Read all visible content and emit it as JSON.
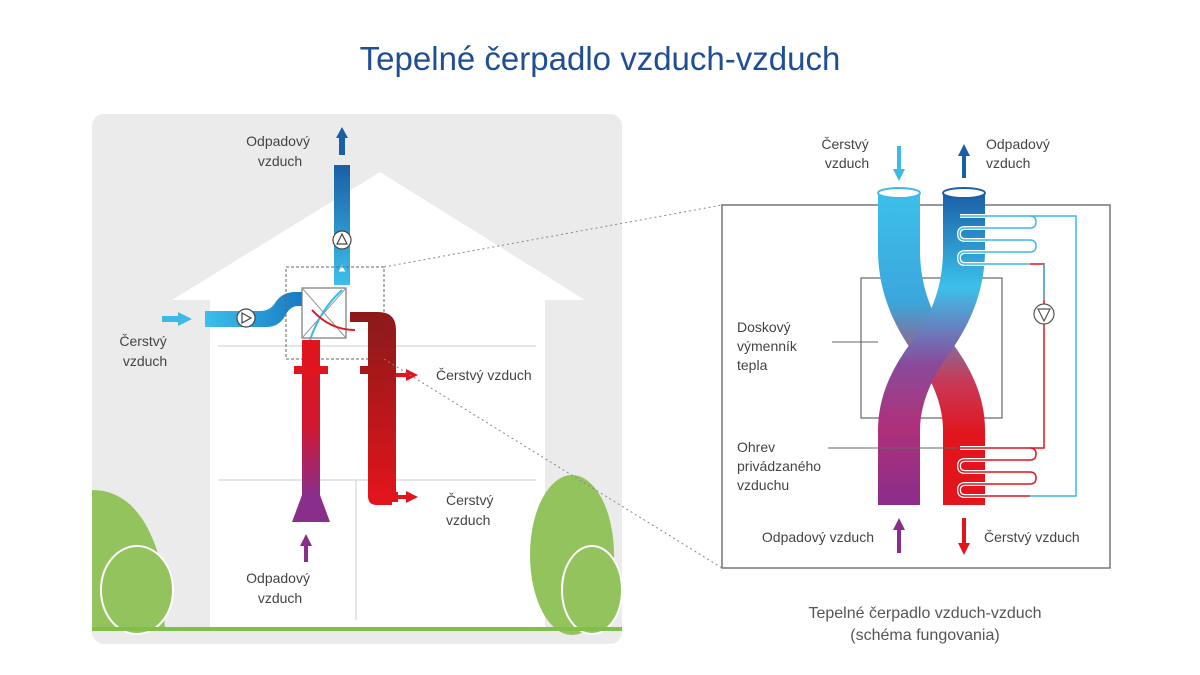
{
  "title": "Tepelné čerpadlo vzduch-vzduch",
  "colors": {
    "title": "#1f4e96",
    "fresh_air": "#3cb9e6",
    "fresh_air_dark": "#1778c2",
    "waste_air": "#1a5fa6",
    "warm_air": "#e2141c",
    "dark_red": "#8c1a1a",
    "purple": "#8a2e8c",
    "house_bg": "#ebebeb",
    "tree": "#93c35c",
    "ground": "#7fbf4a"
  },
  "house": {
    "labels": {
      "waste_top": [
        "Odpadový",
        "vzduch"
      ],
      "fresh_left": [
        "Čerstvý",
        "vzduch"
      ],
      "fresh_right_1": "Čerstvý vzduch",
      "fresh_right_2": [
        "Čerstvý",
        "vzduch"
      ],
      "waste_bottom": [
        "Odpadový",
        "vzduch"
      ]
    }
  },
  "detail": {
    "labels": {
      "fresh_in": [
        "Čerstvý",
        "vzduch"
      ],
      "waste_out": [
        "Odpadový",
        "vzduch"
      ],
      "plate_exchanger": [
        "Doskový",
        "výmenník",
        "tepla"
      ],
      "supply_heating": [
        "Ohrev",
        "privádzaného",
        "vzduchu"
      ],
      "waste_in": "Odpadový vzduch",
      "fresh_out": "Čerstvý vzduch"
    }
  },
  "caption": [
    "Tepelné čerpadlo vzduch-vzduch",
    "(schéma fungovania)"
  ]
}
